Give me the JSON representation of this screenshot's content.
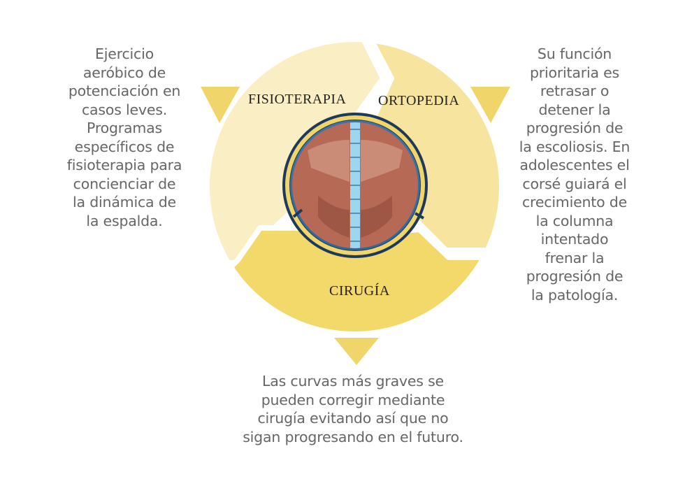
{
  "colors": {
    "fisioterapia": "#FAEEC4",
    "ortopedia": "#F7E49E",
    "cirugia": "#F3D86A",
    "triangle": "#F0D66A",
    "text": "#666666"
  },
  "segments": {
    "fisioterapia": "FISIOTERAPIA",
    "ortopedia": "ORTOPEDIA",
    "cirugia": "CIRUGÍA"
  },
  "center_image": "spine-back-muscles-illustration",
  "descriptions": {
    "fisioterapia": [
      "Ejercicio",
      "aeróbico de",
      "potenciación en",
      "casos leves.",
      "Programas",
      "específicos de",
      "fisioterapia para",
      "concienciar de",
      "la dinámica de",
      "la espalda."
    ],
    "ortopedia": [
      "Su función",
      "prioritaria es",
      "retrasar o",
      "detener la",
      "progresión de",
      "la escoliosis. En",
      "adolescentes el",
      "corsé guiará el",
      "crecimiento de",
      "la columna",
      "intentado",
      "frenar la",
      "progresión de",
      "la patología."
    ],
    "cirugia": [
      "Las curvas más graves se",
      "pueden corregir mediante",
      "cirugía evitando así que no",
      "sigan progresando en el futuro."
    ]
  }
}
